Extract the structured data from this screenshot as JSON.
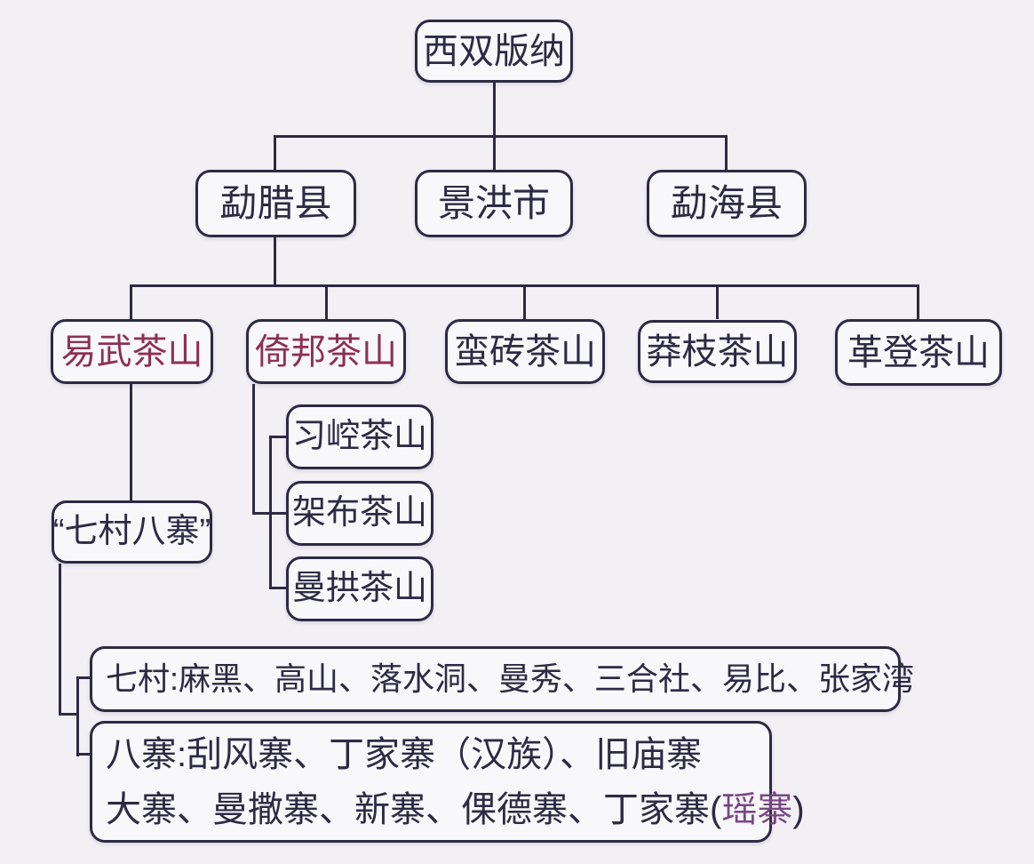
{
  "nodes": {
    "root": "西双版纳",
    "counties": [
      "勐腊县",
      "景洪市",
      "勐海县"
    ],
    "tea_mountains": [
      "易武茶山",
      "倚邦茶山",
      "蛮砖茶山",
      "莽枝茶山",
      "革登茶山"
    ],
    "yibang_children": [
      "习崆茶山",
      "架布茶山",
      "曼拱茶山"
    ],
    "yiwu_child": "“七村八寨”",
    "seven_villages": "七村:麻黑、高山、落水洞、曼秀、三合社、易比、张家湾",
    "eight_stockades": {
      "line1": "八寨:刮风寨、丁家寨（汉族）、旧庙寨",
      "line2_main": "大寨、曼撒寨、新寨、倮德寨、丁家寨(",
      "line2_highlight": "瑶寨",
      "line2_close": ")"
    }
  },
  "colors": {
    "ink": "#2d2a44",
    "highlight_red": "#8e3053",
    "highlight_purple": "#7a4784",
    "background": "#f2f0f5",
    "node_fill": "#f8f7fa"
  }
}
